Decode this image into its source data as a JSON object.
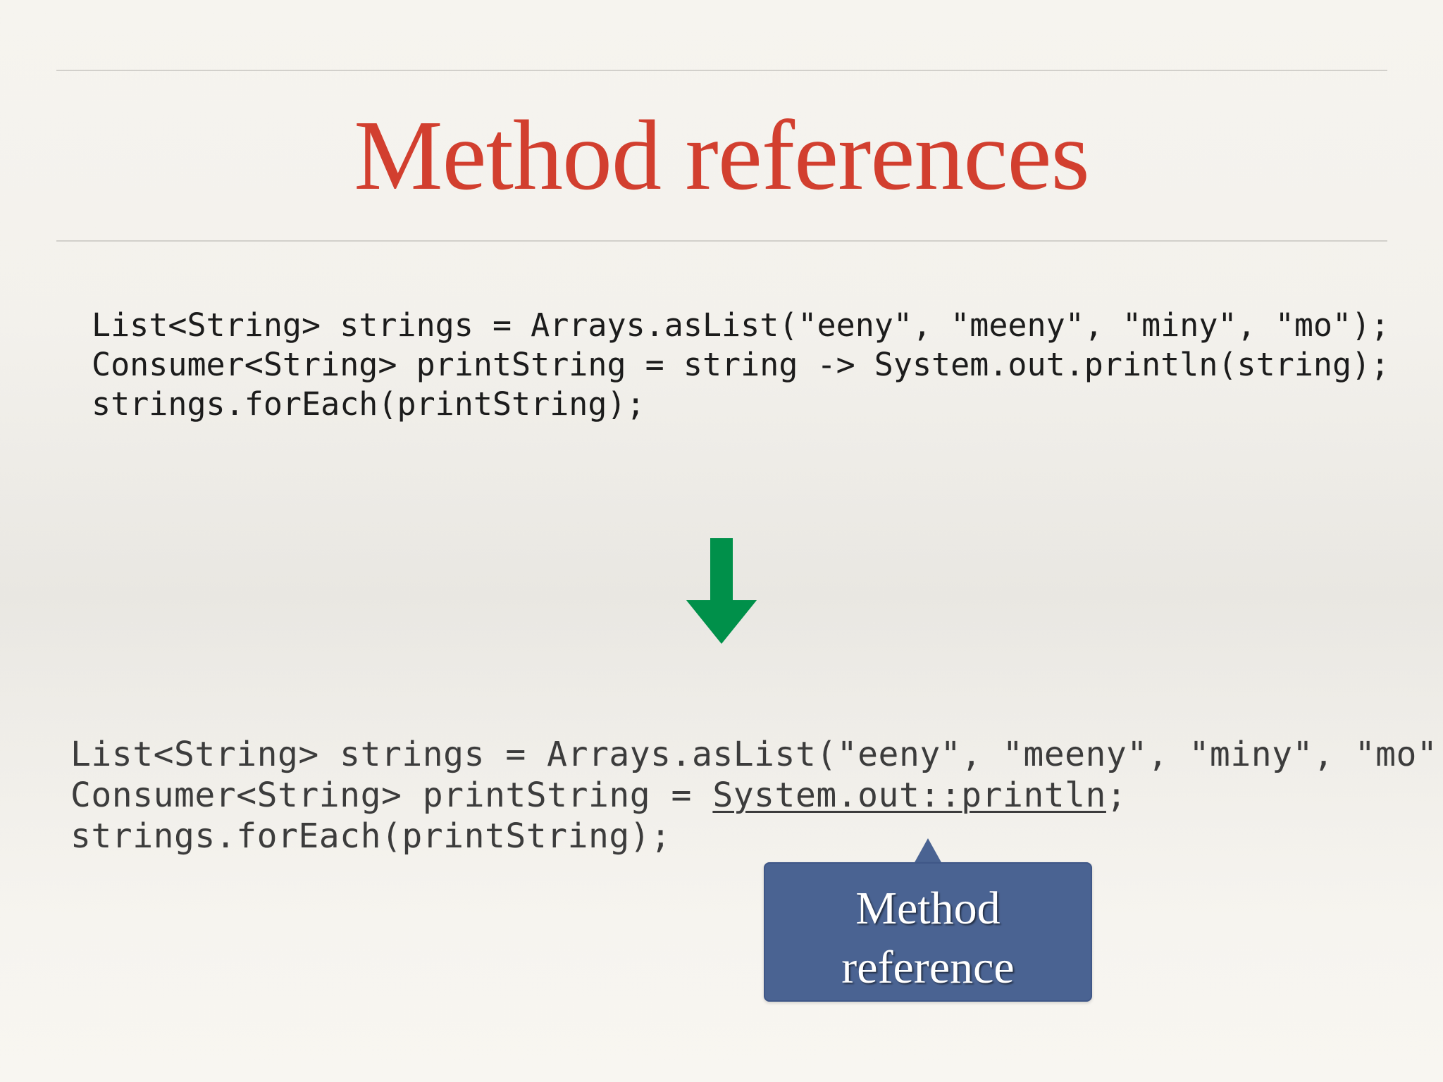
{
  "slide": {
    "title": "Method references",
    "colors": {
      "title": "#d23f2f",
      "arrow": "#00904a",
      "callout": "#4a6392",
      "rule": "#d2d0cb"
    }
  },
  "code_before": {
    "lines": [
      "List<String> strings = Arrays.asList(\"eeny\", \"meeny\", \"miny\", \"mo\");",
      "Consumer<String> printString = string -> System.out.println(string);",
      "strings.forEach(printString);"
    ]
  },
  "arrow": {
    "icon": "down-arrow-icon"
  },
  "code_after": {
    "line1": "List<String> strings = Arrays.asList(\"eeny\", \"meeny\", \"miny\", \"mo\");",
    "line2_prefix": "Consumer<String> printString = ",
    "line2_ref": "System.out::println",
    "line2_suffix": ";",
    "line3": "strings.forEach(printString);"
  },
  "callout": {
    "line1": "Method",
    "line2": "reference"
  }
}
